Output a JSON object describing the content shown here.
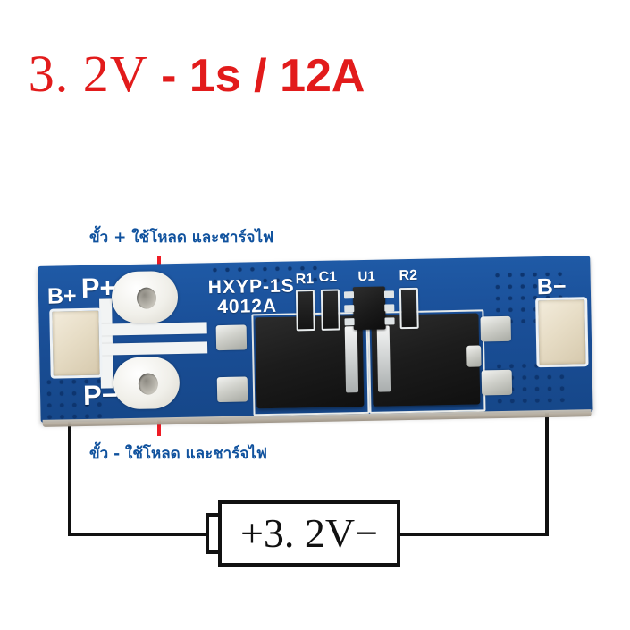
{
  "title": {
    "voltage": "3. 2V ",
    "spec": "- 1s / 12A",
    "color": "#e21b1b"
  },
  "annotations": {
    "positive_label": "ขั้ว + ใช้โหลด และชาร์จไฟ",
    "negative_label": "ขั้ว - ใช้โหลด และชาร์จไฟ",
    "label_color": "#10529e",
    "leader_color": "#ee1c25"
  },
  "battery": {
    "label": "+3. 2V−"
  },
  "board": {
    "silkscreen": {
      "b_plus": "B+",
      "p_plus": "P+",
      "p_minus": "P−",
      "b_minus": "B−",
      "part_line1": "HXYP-1S",
      "part_line2": "4012A",
      "r1": "R1",
      "c1": "C1",
      "u1": "U1",
      "r2": "R2"
    },
    "color": "#1a4f98"
  }
}
